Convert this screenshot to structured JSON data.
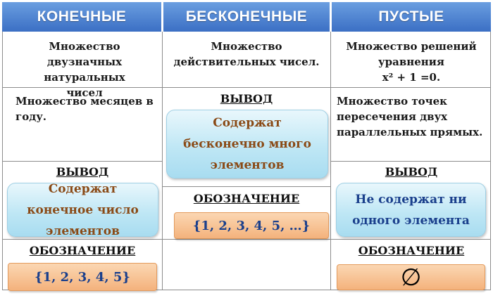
{
  "headers": {
    "finite": "КОНЕЧНЫЕ",
    "infinite": "БЕСКОНЕЧНЫЕ",
    "empty": "ПУСТЫЕ"
  },
  "finite": {
    "example1": "Множество двузначных натуральных чисел",
    "example2": "Множество месяцев в году.",
    "conclusion_label": "ВЫВОД",
    "conclusion": "Содержат конечное число элементов",
    "notation_label": "ОБОЗНАЧЕНИЕ",
    "notation": "{1, 2, 3, 4, 5}"
  },
  "infinite": {
    "example1": "Множество действительных чисел.",
    "conclusion_label": "ВЫВОД",
    "conclusion": "Содержат бесконечно много элементов",
    "notation_label": "ОБОЗНАЧЕНИЕ",
    "notation": "{1, 2, 3, 4, 5, …}"
  },
  "empty": {
    "example1": "Множество решений уравнения",
    "equation": "x² + 1 =0.",
    "example2": "Множество точек пересечения двух параллельных прямых.",
    "conclusion_label": "ВЫВОД",
    "conclusion": "Не содержат ни одного элемента",
    "notation_label": "ОБОЗНАЧЕНИЕ",
    "notation": "∅"
  },
  "colors": {
    "header": "#3b6fc4",
    "conclusion_bg": "#bfe7f5",
    "finite_text": "#8a4a16",
    "blue_text": "#1a3f8c",
    "notation_bg": "#f4b27c"
  }
}
